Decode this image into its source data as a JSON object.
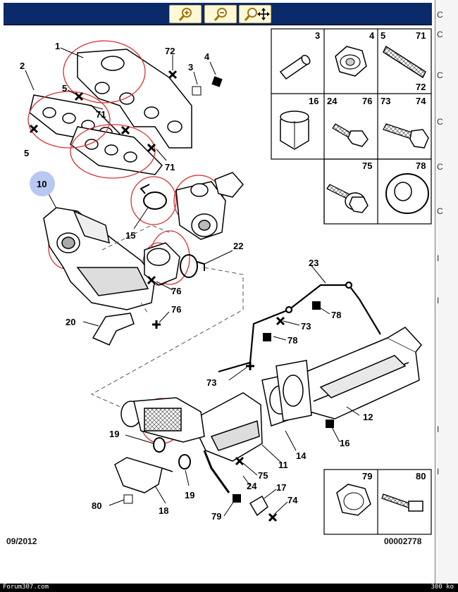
{
  "toolbar": {
    "buttons": [
      {
        "name": "zoom-in",
        "icon": "zoom-in-icon"
      },
      {
        "name": "zoom-out",
        "icon": "zoom-out-icon"
      },
      {
        "name": "zoom-move",
        "icon": "zoom-move-icon"
      }
    ]
  },
  "right_frame_marks": [
    "C",
    "C",
    "C",
    "C",
    "C",
    "C",
    "I",
    "I",
    "I",
    "I"
  ],
  "callouts": {
    "c1": "1",
    "c2": "2",
    "c3": "3",
    "c4": "4",
    "c5a": "5",
    "c5b": "5",
    "c10": "10",
    "c11": "11",
    "c12": "12",
    "c14": "14",
    "c15": "15",
    "c16": "16",
    "c17": "17",
    "c18": "18",
    "c19a": "19",
    "c19b": "19",
    "c20": "20",
    "c22": "22",
    "c23": "23",
    "c24": "24",
    "c71a": "71",
    "c71b": "71",
    "c72": "72",
    "c73a": "73",
    "c73b": "73",
    "c74": "74",
    "c75": "75",
    "c76a": "76",
    "c76b": "76",
    "c78a": "78",
    "c78b": "78",
    "c79": "79",
    "c80": "80"
  },
  "parts_grid": {
    "cells": [
      {
        "labels": [
          "3"
        ]
      },
      {
        "labels": [
          "4"
        ]
      },
      {
        "labels": [
          "5",
          "71",
          "72"
        ]
      },
      {
        "labels": [
          "16"
        ]
      },
      {
        "labels": [
          "24",
          "76"
        ]
      },
      {
        "labels": [
          "73",
          "74"
        ]
      },
      {
        "labels": [
          "75"
        ]
      },
      {
        "labels": [
          "78"
        ]
      }
    ]
  },
  "small_grid": {
    "cells": [
      {
        "labels": [
          "79"
        ]
      },
      {
        "labels": [
          "80"
        ]
      }
    ]
  },
  "footer": {
    "date": "09/2012",
    "ref": "00002778"
  },
  "status": {
    "left": "Forum307.com",
    "right": "300 ko"
  },
  "colors": {
    "toolbar_bg": "#0a2a6a",
    "highlight_circle": "#d83030",
    "badge_10": "#b8c8f0"
  }
}
